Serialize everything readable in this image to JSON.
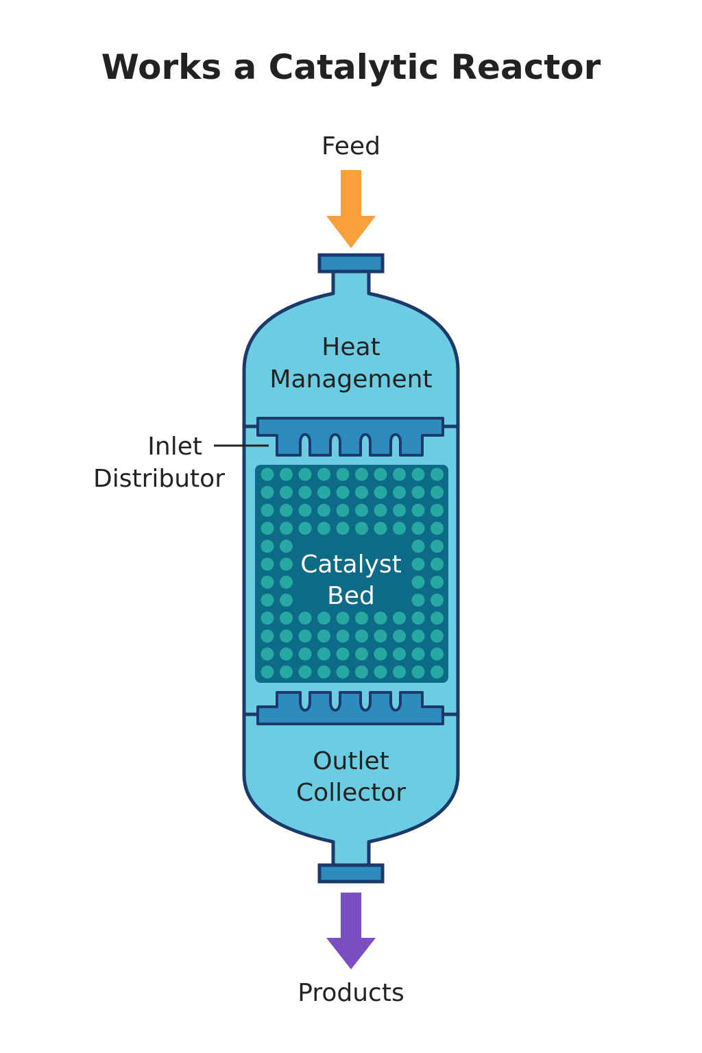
{
  "title": "Works a Catalytic Reactor",
  "labels": {
    "feed": "Feed",
    "products": "Products",
    "heat_line1": "Heat",
    "heat_line2": "Management",
    "inlet_line1": "Inlet",
    "inlet_line2": "Distributor",
    "bed_line1": "Catalyst",
    "bed_line2": "Bed",
    "outlet_line1": "Outlet",
    "outlet_line2": "Collector"
  },
  "colors": {
    "vessel_fill": "#6ccde2",
    "vessel_stroke": "#1b3a6b",
    "plate_fill": "#2e8bbd",
    "bed_fill": "#0e6b87",
    "pellet_fill": "#27a8a2",
    "feed_arrow": "#f9a03c",
    "products_arrow": "#7a4fc4",
    "text": "#222222"
  },
  "icons": {
    "feed_arrow": "arrow-down-icon",
    "products_arrow": "arrow-down-icon"
  }
}
